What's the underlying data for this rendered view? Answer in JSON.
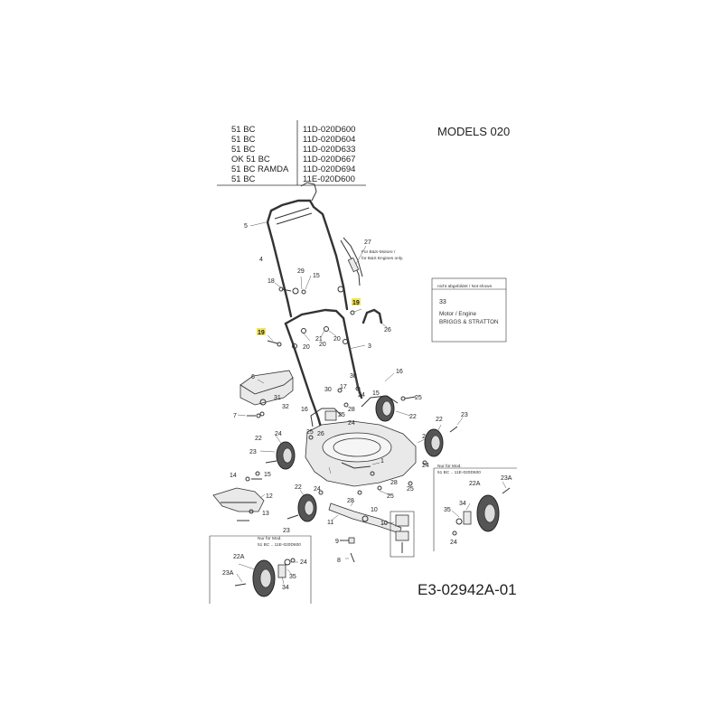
{
  "models_title": "MODELS 020",
  "diagram_id": "E3-02942A-01",
  "model_table": [
    {
      "name": "51 BC",
      "code": "11D-020D600"
    },
    {
      "name": "51 BC",
      "code": "11D-020D604"
    },
    {
      "name": "51 BC",
      "code": "11D-020D633"
    },
    {
      "name": "OK 51 BC",
      "code": "11D-020D667"
    },
    {
      "name": "51 BC RAMDA",
      "code": "11D-020D694"
    },
    {
      "name": "51 BC",
      "code": "11E-020D600"
    }
  ],
  "not_shown_box": {
    "header": "nicht abgebildet / Not shown",
    "part_number": "33",
    "line1": "Motor / Engine",
    "line2": "BRIGGS & STRATTON"
  },
  "cable_note": {
    "line1": "Für B&S-Motore /",
    "line2": "for B&S Engines only."
  },
  "inset_right": {
    "line1": "Nur für Mod.",
    "line2": "51 BC .. 11E-020D600"
  },
  "inset_left": {
    "line1": "Nur für Mod.",
    "line2": "51 BC .. 11E-020D600"
  },
  "highlighted_labels": [
    "19",
    "19"
  ],
  "part_labels": {
    "p1": "1",
    "p2": "2",
    "p3": "3",
    "p4": "4",
    "p5": "5",
    "p6": "6",
    "p7": "7",
    "p8": "8",
    "p9": "9",
    "p10": "10",
    "p11": "11",
    "p12": "12",
    "p13": "13",
    "p14": "14",
    "p15a": "15",
    "p15b": "15",
    "p16a": "16",
    "p16b": "16",
    "p17": "17",
    "p18": "18",
    "p20a": "20",
    "p20b": "20",
    "p20c": "20",
    "p21": "21",
    "p22a": "22",
    "p22b": "22",
    "p22c": "22",
    "p22d": "22",
    "p22Aa": "22A",
    "p22Ab": "22A",
    "p23a": "23",
    "p23b": "23",
    "p23c": "23",
    "p23Aa": "23A",
    "p23Ab": "23A",
    "p24a": "24",
    "p24b": "24",
    "p24c": "24",
    "p24d": "24",
    "p24e": "24",
    "p24f": "24",
    "p25a": "25",
    "p25b": "25",
    "p25c": "25",
    "p25d": "25",
    "p26a": "26",
    "p26b": "26",
    "p27": "27",
    "p28a": "28",
    "p28b": "28",
    "p28c": "28",
    "p28d": "28",
    "p29": "29",
    "p30a": "30",
    "p30b": "30",
    "p31": "31",
    "p32": "32",
    "p34a": "34",
    "p34b": "34",
    "p35a": "35",
    "p35b": "35"
  }
}
